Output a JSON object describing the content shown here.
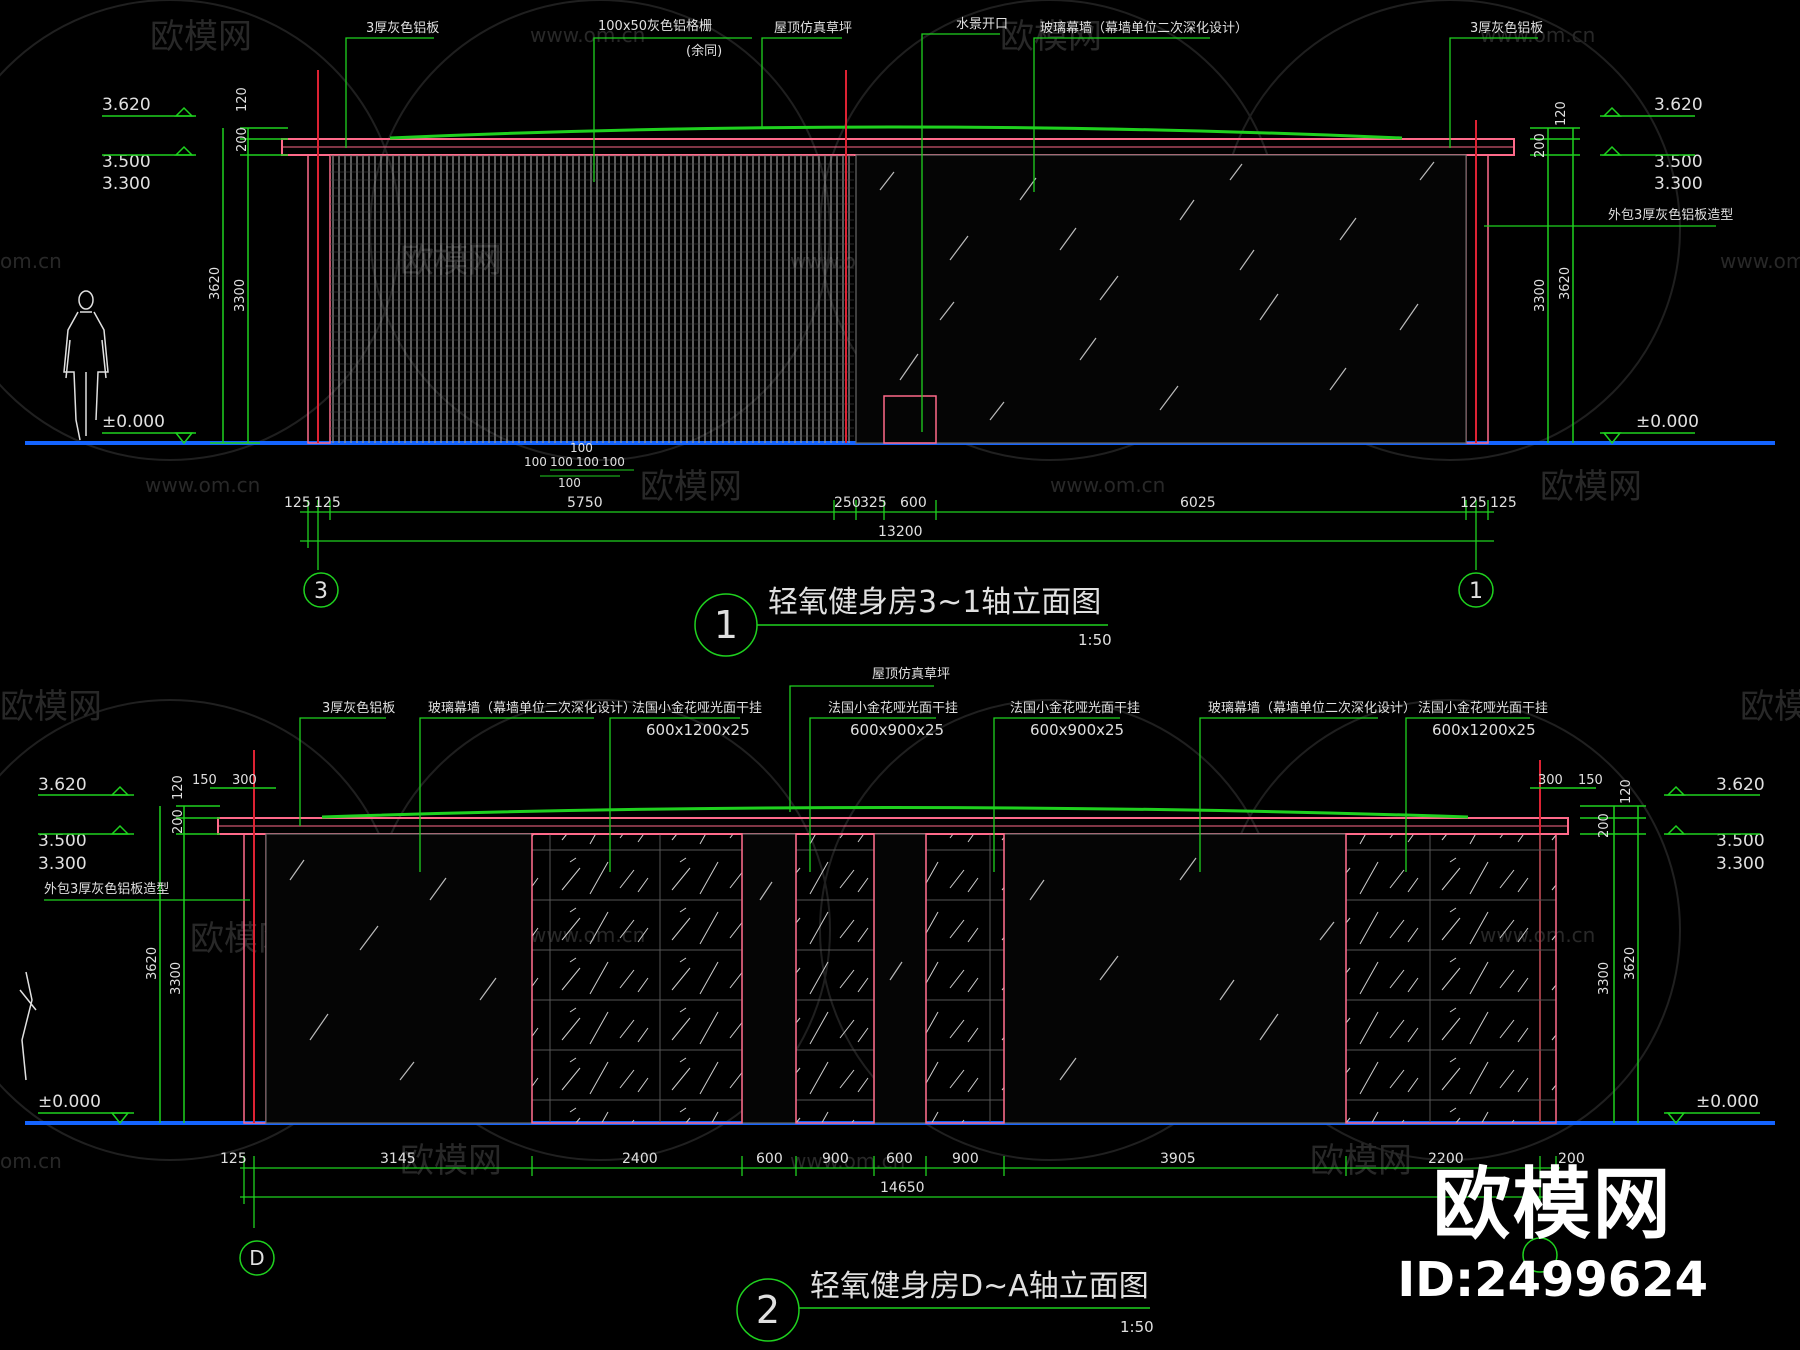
{
  "watermark": {
    "cn": "欧模网",
    "url": "www.om.cn",
    "url_short": "om.cn"
  },
  "brand": {
    "name": "欧模网",
    "id": "ID:2499624"
  },
  "colors": {
    "ground": "#1464ff",
    "dim": "#1fd11f",
    "roof": "#ff6a8a",
    "axis": "#dd2233",
    "text": "#ffffff"
  },
  "elev1": {
    "title": "轻氧健身房3~1轴立面图",
    "number": "1",
    "scale": "1:50",
    "left_axis": "3",
    "right_axis": "1",
    "levels": [
      "3.620",
      "3.500",
      "3.300",
      "±0.000"
    ],
    "vert_dims": {
      "d120": "120",
      "d200": "200",
      "d3300": "3300",
      "d3620": "3620"
    },
    "notes": {
      "plate_l": "3厚灰色铝板",
      "grille": "100x50灰色铝格栅",
      "grille_sub": "(余同)",
      "roof": "屋顶仿真草坪",
      "water": "水景开口",
      "glass": "玻璃幕墙（幕墙单位二次深化设计）",
      "plate_r": "3厚灰色铝板",
      "wrap": "外包3厚灰色铝板造型"
    },
    "grille_dims": {
      "top": "100",
      "row": [
        "100",
        "100",
        "100",
        "100"
      ],
      "bottom": "100"
    },
    "dims": [
      "125",
      "125",
      "5750",
      "250",
      "325",
      "600",
      "6025",
      "125",
      "125"
    ],
    "total": "13200"
  },
  "elev2": {
    "title": "轻氧健身房D~A轴立面图",
    "number": "2",
    "scale": "1:50",
    "left_axis": "D",
    "levels": [
      "3.620",
      "3.500",
      "3.300",
      "±0.000"
    ],
    "vert_dims": {
      "d120": "120",
      "d200": "200",
      "d3300": "3300",
      "d3620": "3620"
    },
    "top_dims_l": [
      "150",
      "300"
    ],
    "top_dims_r": [
      "300",
      "150"
    ],
    "notes": {
      "roof": "屋顶仿真草坪",
      "plate": "3厚灰色铝板",
      "glass1": "玻璃幕墙（幕墙单位二次深化设计）",
      "stone1": "法国小金花哑光面干挂",
      "stone1_size": "600x1200x25",
      "stone2": "法国小金花哑光面干挂",
      "stone2_size": "600x900x25",
      "stone3": "法国小金花哑光面干挂",
      "stone3_size": "600x900x25",
      "glass2": "玻璃幕墙（幕墙单位二次深化设计）",
      "stone4": "法国小金花哑光面干挂",
      "stone4_size": "600x1200x25",
      "wrap": "外包3厚灰色铝板造型"
    },
    "dims": [
      "125",
      "3145",
      "2400",
      "600",
      "900",
      "600",
      "900",
      "3905",
      "2200",
      "200"
    ],
    "total": "14650"
  }
}
